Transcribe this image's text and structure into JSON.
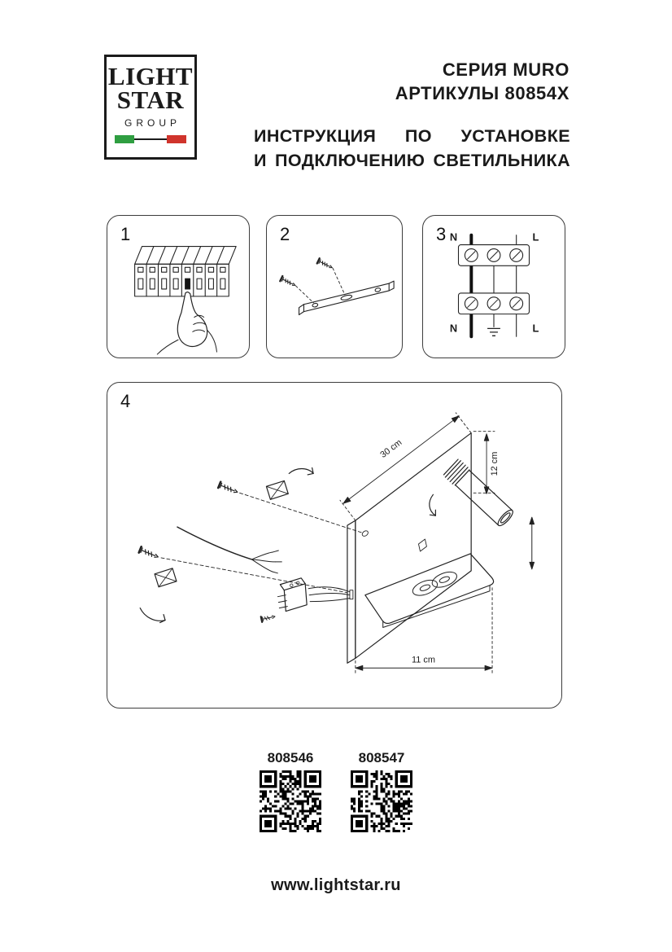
{
  "logo": {
    "line1": "LIGHT",
    "line2": "STAR",
    "line3": "GROUP"
  },
  "header": {
    "series": "СЕРИЯ MURO",
    "articles": "АРТИКУЛЫ 80854X",
    "instruction_line1": "ИНСТРУКЦИЯ ПО УСТАНОВКЕ",
    "instruction_line2": "И ПОДКЛЮЧЕНИЮ СВЕТИЛЬНИКА"
  },
  "steps": {
    "step1": {
      "number": "1"
    },
    "step2": {
      "number": "2"
    },
    "step3": {
      "number": "3",
      "wire_labels": {
        "n_top": "N",
        "l_top": "L",
        "n_bottom": "N",
        "l_bottom": "L"
      }
    },
    "step4": {
      "number": "4",
      "dim_width": "30 cm",
      "dim_height": "12 cm",
      "dim_depth": "11 cm"
    }
  },
  "products": [
    {
      "article": "808546"
    },
    {
      "article": "808547"
    }
  ],
  "footer": {
    "website": "www.lightstar.ru"
  },
  "colors": {
    "flag_green": "#2f9e41",
    "flag_red": "#d0342c",
    "ink": "#1a1a1a"
  }
}
